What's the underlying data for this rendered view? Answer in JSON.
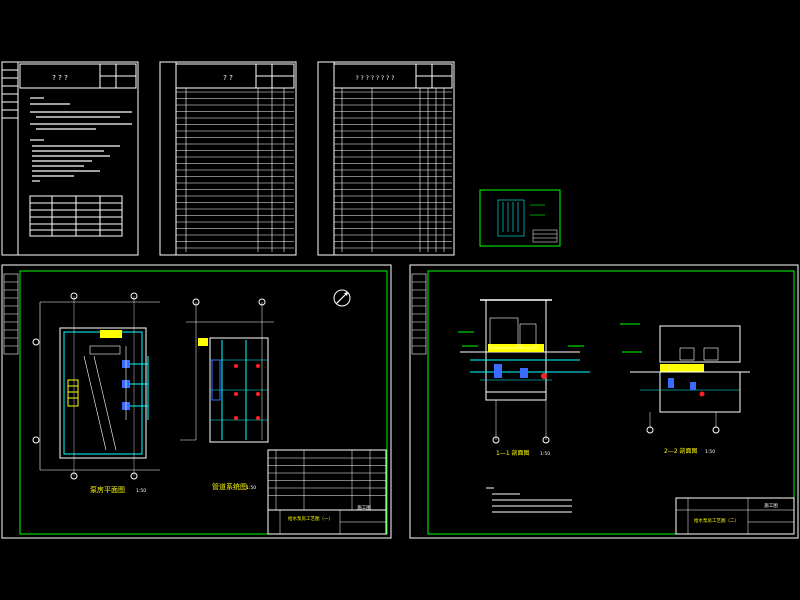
{
  "colors": {
    "background": "#000000",
    "frame": "#ffffff",
    "inner_frame": "#00ff00",
    "cyan": "#00ffff",
    "yellow": "#ffff00",
    "red": "#ff2020",
    "blue": "#3a6bff",
    "magenta": "#ff00ff"
  },
  "sheets": {
    "notes": {
      "title": "? ? ?"
    },
    "list1": {
      "title": "? ?"
    },
    "list2": {
      "title": "? ? ? ? ? ? ? ?"
    },
    "plan": {
      "caption_left": "泵房平面图",
      "scale_left": "1:50",
      "caption_right": "管道系统图",
      "scale_right": "1:50",
      "title_block_text": "给水泵房工艺图（一）",
      "title_block_company": "施工图"
    },
    "section": {
      "caption_left": "1—1 剖面图",
      "scale_left": "1:50",
      "caption_right": "2—2 剖面图",
      "scale_right": "1:50",
      "title_block_text": "给水泵房工艺图（二）",
      "title_block_company": "施工图"
    }
  },
  "icons": [
    "north-arrow-icon"
  ]
}
